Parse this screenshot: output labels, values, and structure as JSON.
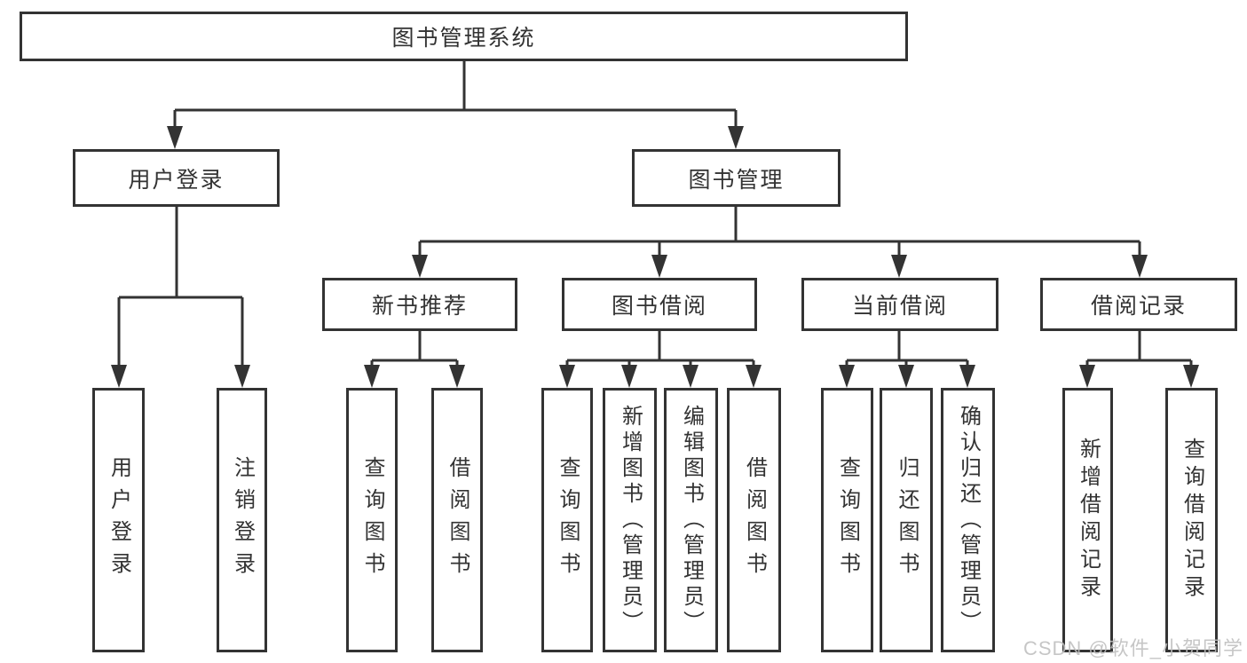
{
  "diagram": {
    "nodes": {
      "root": "图书管理系统",
      "user_login": "用户登录",
      "book_management": "图书管理",
      "new_book_recommend": "新书推荐",
      "book_borrow": "图书借阅",
      "current_borrow": "当前借阅",
      "borrow_records": "借阅记录",
      "leaf_user_login": "用户登录",
      "leaf_logout": "注销登录",
      "leaf_newbook_query": "查询图书",
      "leaf_newbook_borrow": "借阅图书",
      "leaf_borrow_query": "查询图书",
      "leaf_borrow_add": "新增图书（管理员）",
      "leaf_borrow_edit": "编辑图书（管理员）",
      "leaf_borrow_borrow": "借阅图书",
      "leaf_current_query": "查询图书",
      "leaf_current_return": "归还图书",
      "leaf_current_confirm": "确认归还（管理员）",
      "leaf_records_add": "新增借阅记录",
      "leaf_records_query": "查询借阅记录"
    },
    "watermark": "CSDN @软件_小贺同学",
    "colors": {
      "line": "#333333",
      "text": "#333333",
      "box_background": "#ffffff",
      "watermark": "#bfbfbf"
    }
  }
}
